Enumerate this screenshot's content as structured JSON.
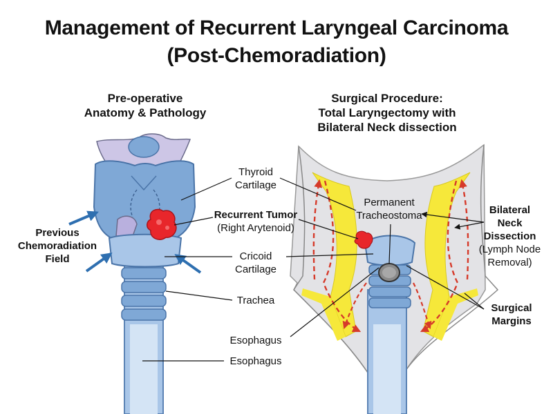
{
  "title": {
    "line1": "Management of Recurrent Laryngeal Carcinoma",
    "line2": "(Post-Chemoradiation)"
  },
  "left_panel": {
    "heading_line1": "Pre-operative",
    "heading_line2": "Anatomy & Pathology",
    "previous_field": [
      "Previous",
      "Chemoradiation",
      "Field"
    ],
    "thyroid": [
      "Thyroid",
      "Cartilage"
    ],
    "tumor_name": "Recurrent Tumor",
    "tumor_site": "(Right Arytenoid)",
    "cricoid": [
      "Cricoid",
      "Cartilage"
    ],
    "trachea": "Trachea",
    "esophagus_upper": "Esophagus",
    "esophagus_lower": "Esophagus"
  },
  "right_panel": {
    "heading_line1": "Surgical Procedure:",
    "heading_line2": "Total Laryngectomy with",
    "heading_line3": "Bilateral Neck dissection",
    "stoma": [
      "Permanent",
      "Tracheostoma"
    ],
    "neck_dissection": [
      "Bilateral",
      "Neck",
      "Dissection"
    ],
    "neck_dissection_note": [
      "(Lymph Node",
      "Removal)"
    ],
    "margins": [
      "Surgical",
      "Margins"
    ]
  },
  "colors": {
    "cartilage_blue": "#7fa8d6",
    "cartilage_light": "#a9c6e8",
    "membrane_purple": "#cdc6e6",
    "tumor_red": "#e8262b",
    "dissection_red": "#d63a2a",
    "margin_yellow": "#f6e83a",
    "field_arrow": "#2e6fb0",
    "neck_gray": "#e3e3e6"
  }
}
